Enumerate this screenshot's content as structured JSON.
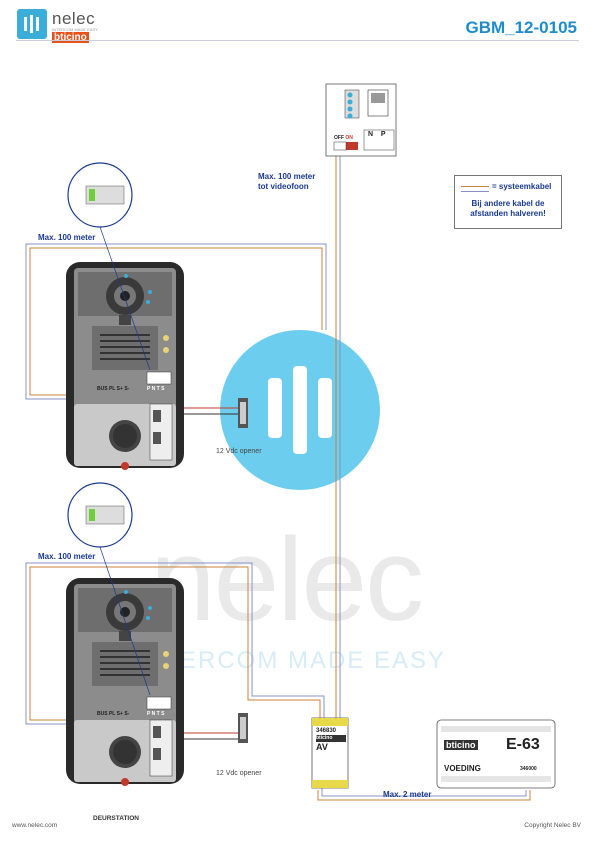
{
  "header": {
    "logo_name": "nelec",
    "logo_tagline": "INTERCOM MADE EASY",
    "logo_brand": "bticino",
    "doc_code": "GBM_12-0105"
  },
  "labels": {
    "max_videofoon_line1": "Max. 100 meter",
    "max_videofoon_line2": "tot videofoon",
    "max_top": "Max. 100 meter",
    "max_bottom": "Max. 100 meter",
    "max_2m": "Max. 2 meter",
    "opener_top": "12 Vdc opener",
    "opener_bottom": "12 Vdc opener"
  },
  "legend": {
    "cable_label": "= systeemkabel",
    "note_line1": "Bij andere kabel de",
    "note_line2": "afstanden halveren!"
  },
  "panel_terminals": {
    "bus": "BUS",
    "pl": "PL",
    "s_plus": "S+",
    "s_minus": "S-",
    "p": "P",
    "n": "N",
    "t": "T",
    "s": "S"
  },
  "videophone": {
    "terminal_n": "N",
    "terminal_p": "P",
    "switch_off": "OFF",
    "switch_on": "ON"
  },
  "av_module": {
    "code": "346830",
    "brand": "bticino",
    "name": "AV"
  },
  "power_supply": {
    "brand": "bticino",
    "model": "E-63",
    "label": "VOEDING",
    "code": "346000"
  },
  "watermark": {
    "word": "nelec",
    "tagline": "ERCOM MADE EASY"
  },
  "footer": {
    "website": "www.nelec.com",
    "section": "DEURSTATION",
    "copyright": "Copyright Nelec BV"
  },
  "colors": {
    "brand_blue": "#1e8ccc",
    "label_blue": "#1a3a8f",
    "cable_brown": "#c8823c",
    "cable_blue": "#8a91c7",
    "wire_red": "#c0392b",
    "watermark_blue": "#5cc8ec"
  }
}
